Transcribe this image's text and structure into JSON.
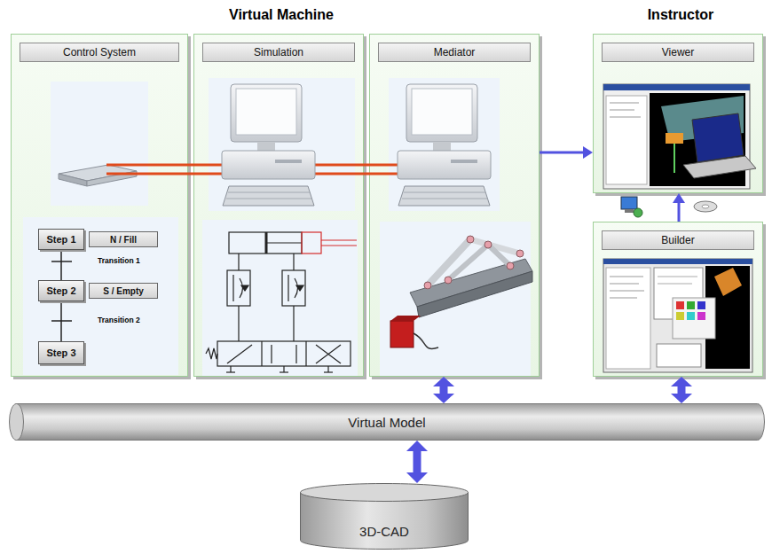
{
  "diagram": {
    "nodes": [
      {
        "text": [
          "Control System"
        ]
      },
      {
        "text": [
          "Step 1"
        ],
        "in": 0
      },
      {
        "text": [
          "N / Fill"
        ],
        "in": 0
      },
      {
        "text": [
          "Step 2"
        ],
        "in": 0
      },
      {
        "text": [
          "S / Empty"
        ],
        "in": 0
      },
      {
        "text": [
          "Step 3"
        ],
        "in": 0
      },
      {
        "text": [
          "Simulation"
        ]
      },
      {
        "text": [
          "Mediator"
        ]
      },
      {
        "text": [
          "Viewer"
        ]
      },
      {
        "text": [
          "Builder"
        ]
      },
      {
        "text": [
          "Virtual Model"
        ]
      },
      {
        "text": [
          "3D-CAD"
        ]
      }
    ],
    "edges": [
      {
        "from": 1,
        "to": 3,
        "arrow": "none"
      },
      {
        "from": 3,
        "to": 5,
        "arrow": "none"
      },
      {
        "from": 7,
        "to": 8,
        "arrow": "to"
      },
      {
        "from": 9,
        "to": 8,
        "arrow": "to"
      },
      {
        "from": 7,
        "to": 10,
        "arrow": "both"
      },
      {
        "from": 9,
        "to": 10,
        "arrow": "both"
      },
      {
        "from": 10,
        "to": 11,
        "arrow": "both"
      }
    ],
    "labels": [
      "Virtual Machine",
      "Instructor",
      "Transition 1",
      "Transition 2"
    ]
  }
}
